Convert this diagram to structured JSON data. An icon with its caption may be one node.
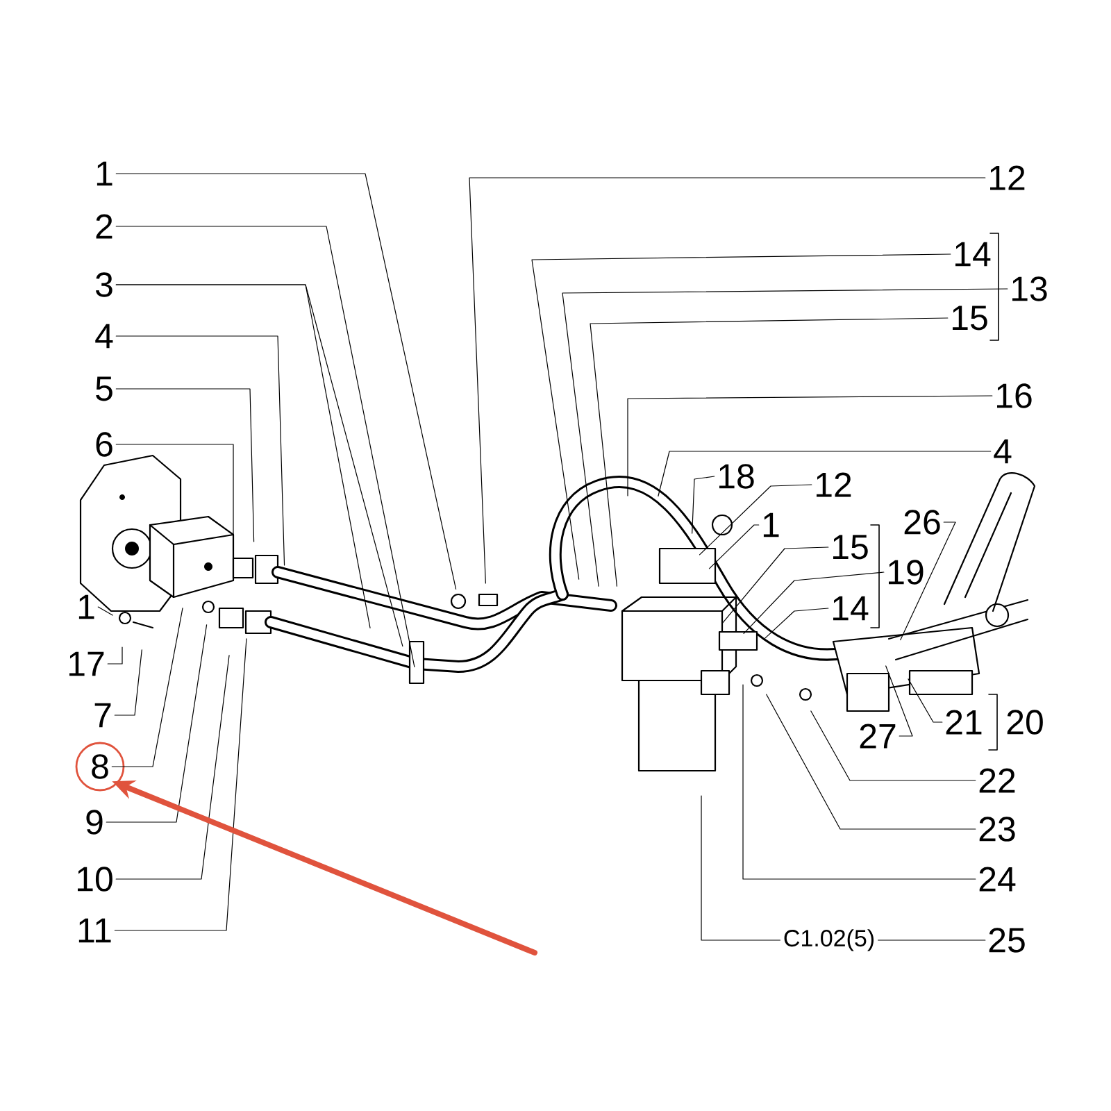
{
  "diagram": {
    "nodes": [
      {
        "text": [
          "1"
        ]
      },
      {
        "text": [
          "2"
        ]
      },
      {
        "text": [
          "3"
        ]
      },
      {
        "text": [
          "4"
        ]
      },
      {
        "text": [
          "5"
        ]
      },
      {
        "text": [
          "6"
        ]
      },
      {
        "text": [
          "1"
        ]
      },
      {
        "text": [
          "17"
        ]
      },
      {
        "text": [
          "7"
        ]
      },
      {
        "text": [
          "8"
        ]
      },
      {
        "text": [
          "9"
        ]
      },
      {
        "text": [
          "10"
        ]
      },
      {
        "text": [
          "11"
        ]
      },
      {
        "text": [
          "12"
        ]
      },
      {
        "text": [
          "14"
        ]
      },
      {
        "text": [
          "13"
        ]
      },
      {
        "text": [
          "15"
        ]
      },
      {
        "text": [
          "16"
        ]
      },
      {
        "text": [
          "4"
        ]
      },
      {
        "text": [
          "18"
        ]
      },
      {
        "text": [
          "12"
        ]
      },
      {
        "text": [
          "1"
        ]
      },
      {
        "text": [
          "15"
        ]
      },
      {
        "text": [
          "19"
        ]
      },
      {
        "text": [
          "14"
        ]
      },
      {
        "text": [
          "26"
        ]
      },
      {
        "text": [
          "21"
        ]
      },
      {
        "text": [
          "27"
        ]
      },
      {
        "text": [
          "22"
        ]
      },
      {
        "text": [
          "23"
        ]
      },
      {
        "text": [
          "24"
        ]
      },
      {
        "text": [
          "25"
        ]
      }
    ],
    "edges": [
      {
        "from": 0,
        "to": null,
        "arrow": "none"
      },
      {
        "from": 1,
        "to": null,
        "arrow": "none"
      },
      {
        "from": 2,
        "to": null,
        "arrow": "none"
      },
      {
        "from": 2,
        "to": null,
        "arrow": "none"
      },
      {
        "from": 3,
        "to": null,
        "arrow": "none"
      },
      {
        "from": 4,
        "to": null,
        "arrow": "none"
      },
      {
        "from": 5,
        "to": null,
        "arrow": "none"
      },
      {
        "from": 6,
        "to": null,
        "arrow": "none"
      },
      {
        "from": 7,
        "to": null,
        "arrow": "none"
      },
      {
        "from": 8,
        "to": null,
        "arrow": "none"
      },
      {
        "from": 9,
        "to": null,
        "arrow": "none"
      },
      {
        "from": 10,
        "to": null,
        "arrow": "none"
      },
      {
        "from": 11,
        "to": null,
        "arrow": "none"
      },
      {
        "from": 12,
        "to": null,
        "arrow": "none"
      },
      {
        "from": 13,
        "to": null,
        "arrow": "none"
      },
      {
        "from": 14,
        "to": null,
        "arrow": "none"
      },
      {
        "from": 15,
        "to": null,
        "arrow": "none"
      },
      {
        "from": 16,
        "to": null,
        "arrow": "none"
      },
      {
        "from": 17,
        "to": null,
        "arrow": "none"
      },
      {
        "from": 18,
        "to": null,
        "arrow": "none"
      },
      {
        "from": 19,
        "to": null,
        "arrow": "none"
      },
      {
        "from": 20,
        "to": null,
        "arrow": "none"
      },
      {
        "from": 21,
        "to": null,
        "arrow": "none"
      },
      {
        "from": 22,
        "to": null,
        "arrow": "none"
      },
      {
        "from": 23,
        "to": null,
        "arrow": "none"
      },
      {
        "from": 24,
        "to": null,
        "arrow": "none"
      },
      {
        "from": 25,
        "to": null,
        "arrow": "none"
      },
      {
        "from": 26,
        "to": null,
        "arrow": "none"
      },
      {
        "from": 27,
        "to": null,
        "arrow": "none"
      },
      {
        "from": 28,
        "to": null,
        "arrow": "none"
      },
      {
        "from": 29,
        "to": null,
        "arrow": "none"
      },
      {
        "from": 30,
        "to": null,
        "arrow": "none"
      },
      {
        "from": 31,
        "to": null,
        "arrow": "none",
        "label": "C1.02(5)"
      },
      {
        "from": null,
        "to": 9,
        "arrow": "to",
        "style": "thick",
        "color": "#e0533d"
      }
    ],
    "labels": [
      "20"
    ]
  }
}
